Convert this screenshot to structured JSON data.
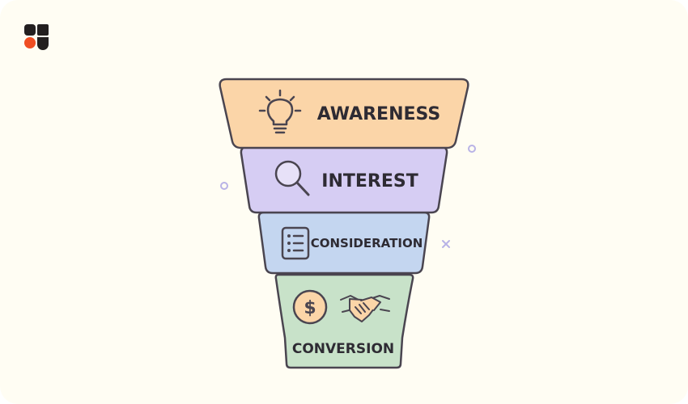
{
  "brand": {
    "logo_icon": "brand-logo-icon",
    "colors": {
      "dark": "#231f20",
      "accent": "#f04e23"
    }
  },
  "funnel": {
    "outline_color": "#4a4550",
    "stages": [
      {
        "label": "AWARENESS",
        "icon": "lightbulb-icon",
        "color": "#fbd5a8"
      },
      {
        "label": "INTEREST",
        "icon": "magnifier-icon",
        "color": "#d6cdf3"
      },
      {
        "label": "CONSIDERATION",
        "icon": "checklist-icon",
        "color": "#c4d6f0"
      },
      {
        "label": "CONVERSION",
        "icon": "dollar-handshake-icon",
        "color": "#c8e2c9"
      }
    ]
  },
  "decorations": {
    "color": "#b9b3e6",
    "items": [
      "ring-decoration",
      "ring-decoration",
      "cross-decoration"
    ]
  }
}
